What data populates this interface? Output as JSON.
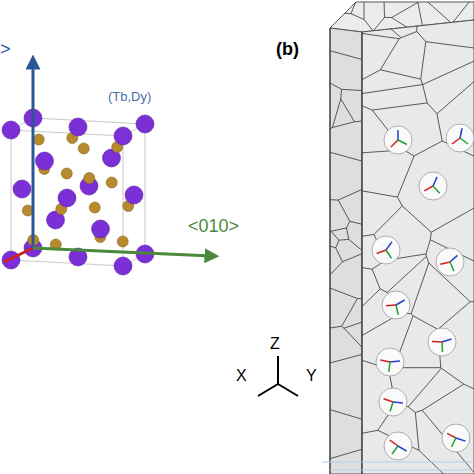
{
  "diagram": {
    "labels": [
      ">",
      "(Tb,Dy)",
      "<010>",
      "(b)",
      "Z",
      "X",
      "Y"
    ]
  }
}
